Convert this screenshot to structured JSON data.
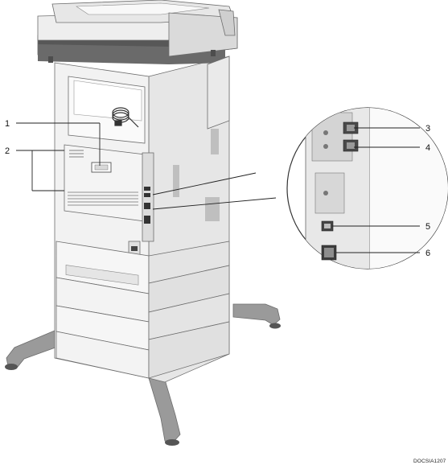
{
  "diagram": {
    "callouts": [
      {
        "label": "1"
      },
      {
        "label": "2"
      },
      {
        "label": "3"
      },
      {
        "label": "4"
      },
      {
        "label": "5"
      },
      {
        "label": "6"
      }
    ],
    "doc_code": "DOCSIA1207"
  },
  "colors": {
    "outline": "#6d6d6d",
    "panel_light": "#f1f1f1",
    "panel_mid": "#e2e2e2",
    "dark_band": "#575757",
    "stand": "#8a8a8a",
    "leader": "#222222"
  }
}
